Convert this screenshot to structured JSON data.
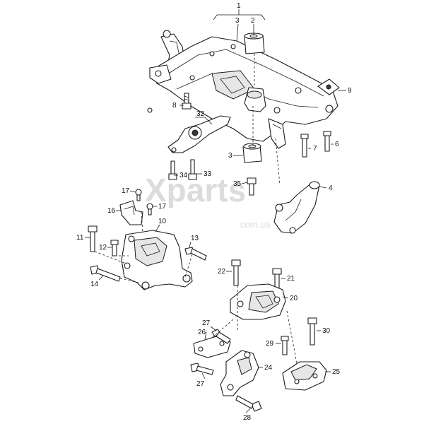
{
  "watermark": {
    "brand": "Xparts",
    "domain": "com.ua"
  },
  "callouts": [
    {
      "key": "c1",
      "label": "1"
    },
    {
      "key": "c3a",
      "label": "3"
    },
    {
      "key": "c2",
      "label": "2"
    },
    {
      "key": "c9",
      "label": "9"
    },
    {
      "key": "c8",
      "label": "8"
    },
    {
      "key": "c32",
      "label": "32"
    },
    {
      "key": "c7",
      "label": "7"
    },
    {
      "key": "c6",
      "label": "6"
    },
    {
      "key": "c3b",
      "label": "3"
    },
    {
      "key": "c34",
      "label": "34"
    },
    {
      "key": "c33",
      "label": "33"
    },
    {
      "key": "c35",
      "label": "35"
    },
    {
      "key": "c4",
      "label": "4"
    },
    {
      "key": "c17a",
      "label": "17"
    },
    {
      "key": "c16",
      "label": "16"
    },
    {
      "key": "c17b",
      "label": "17"
    },
    {
      "key": "c10",
      "label": "10"
    },
    {
      "key": "c11",
      "label": "11"
    },
    {
      "key": "c12",
      "label": "12"
    },
    {
      "key": "c13",
      "label": "13"
    },
    {
      "key": "c14",
      "label": "14"
    },
    {
      "key": "c22",
      "label": "22"
    },
    {
      "key": "c21",
      "label": "21"
    },
    {
      "key": "c20",
      "label": "20"
    },
    {
      "key": "c27a",
      "label": "27"
    },
    {
      "key": "c26",
      "label": "26"
    },
    {
      "key": "c30",
      "label": "30"
    },
    {
      "key": "c29",
      "label": "29"
    },
    {
      "key": "c24",
      "label": "24"
    },
    {
      "key": "c27b",
      "label": "27"
    },
    {
      "key": "c25",
      "label": "25"
    },
    {
      "key": "c28",
      "label": "28"
    }
  ]
}
